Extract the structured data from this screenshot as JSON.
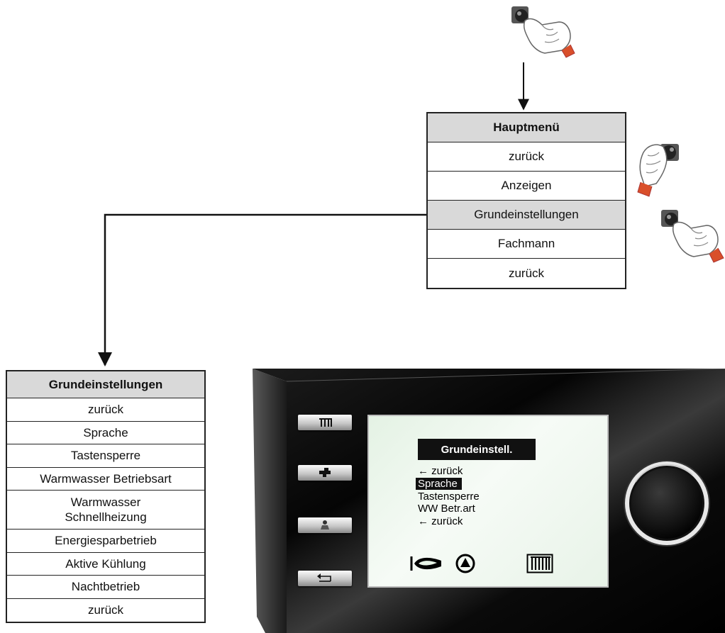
{
  "hauptmenu": {
    "header": "Hauptmenü",
    "items": [
      {
        "label": "zurück",
        "selected": false
      },
      {
        "label": "Anzeigen",
        "selected": false
      },
      {
        "label": "Grundeinstellungen",
        "selected": true
      },
      {
        "label": "Fachmann",
        "selected": false
      },
      {
        "label": "zurück",
        "selected": false
      }
    ]
  },
  "grundeinstellungen": {
    "header": "Grundeinstellungen",
    "items": [
      "zurück",
      "Sprache",
      "Tastensperre",
      "Warmwasser Betriebsart",
      "Warmwasser Schnellheizung",
      "Energiesparbetrieb",
      "Aktive Kühlung",
      "Nachtbetrieb",
      "zurück"
    ]
  },
  "display": {
    "title": "Grundeinstell.",
    "lines": [
      "← zurück",
      "Sprache",
      "Tastensperre",
      "WW Betr.art",
      "← zurück"
    ],
    "selected_line": "Sprache",
    "status_icons": [
      "heat-exchanger-icon",
      "pump-icon",
      "radiator-icon"
    ]
  },
  "side_buttons": [
    "radiator-icon",
    "faucet-icon",
    "person-icon",
    "back-arrow-icon"
  ],
  "gesture_icons": [
    "press-knob-icon",
    "turn-knob-icon",
    "press-knob-icon"
  ],
  "colors": {
    "selected_row": "#d9d9d9",
    "device_body": "#0e0e0e",
    "screen": "#eaf5ea"
  }
}
